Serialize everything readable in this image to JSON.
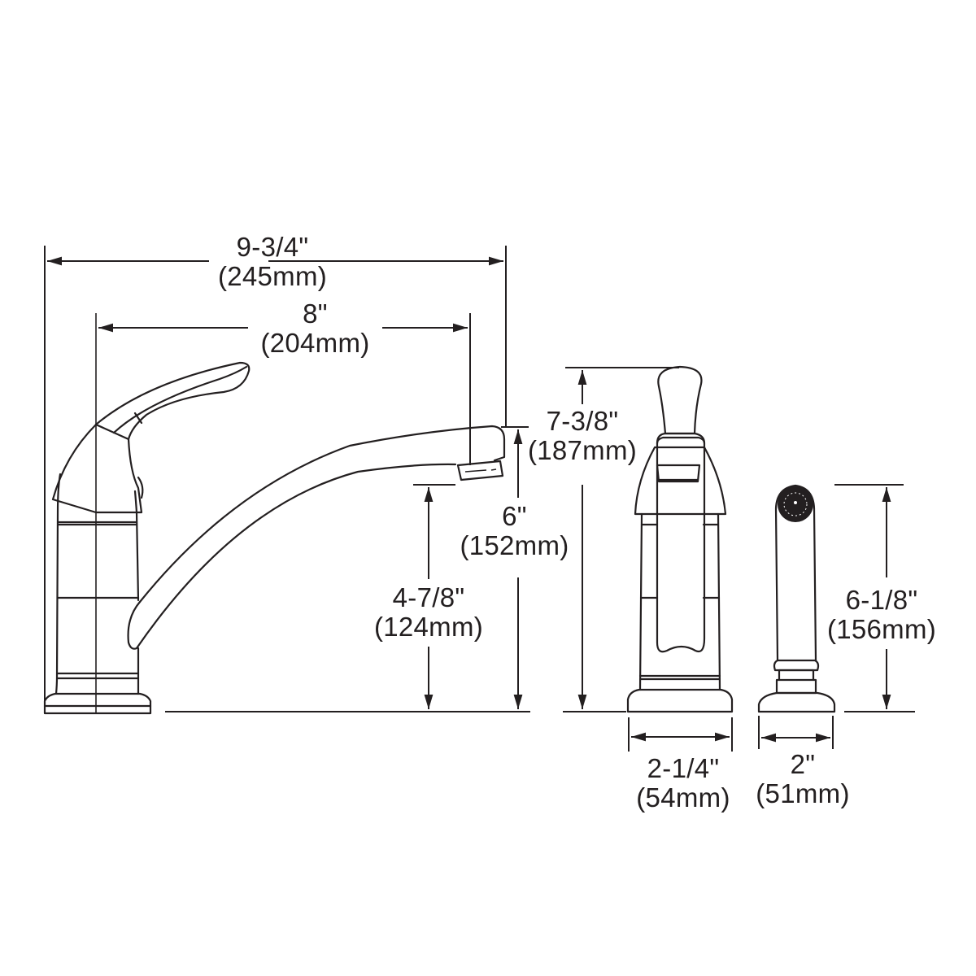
{
  "diagram": {
    "type": "technical-dimension-drawing",
    "subject": "single-handle kitchen faucet with side sprayer",
    "colors": {
      "line": "#231f20",
      "background": "#ffffff"
    },
    "views": [
      {
        "name": "side-view",
        "part": "faucet"
      },
      {
        "name": "front-view",
        "part": "faucet"
      },
      {
        "name": "front-view",
        "part": "side-sprayer"
      }
    ]
  },
  "dimensions": {
    "overall_width": {
      "imperial": "9-3/4\"",
      "metric": "(245mm)"
    },
    "spout_reach": {
      "imperial": "8\"",
      "metric": "(204mm)"
    },
    "overall_height": {
      "imperial": "7-3/8\"",
      "metric": "(187mm)"
    },
    "spout_height": {
      "imperial": "6\"",
      "metric": "(152mm)"
    },
    "aerator_clearance": {
      "imperial": "4-7/8\"",
      "metric": "(124mm)"
    },
    "base_width": {
      "imperial": "2-1/4\"",
      "metric": "(54mm)"
    },
    "sprayer_base_width": {
      "imperial": "2\"",
      "metric": "(51mm)"
    },
    "sprayer_height": {
      "imperial": "6-1/8\"",
      "metric": "(156mm)"
    }
  }
}
